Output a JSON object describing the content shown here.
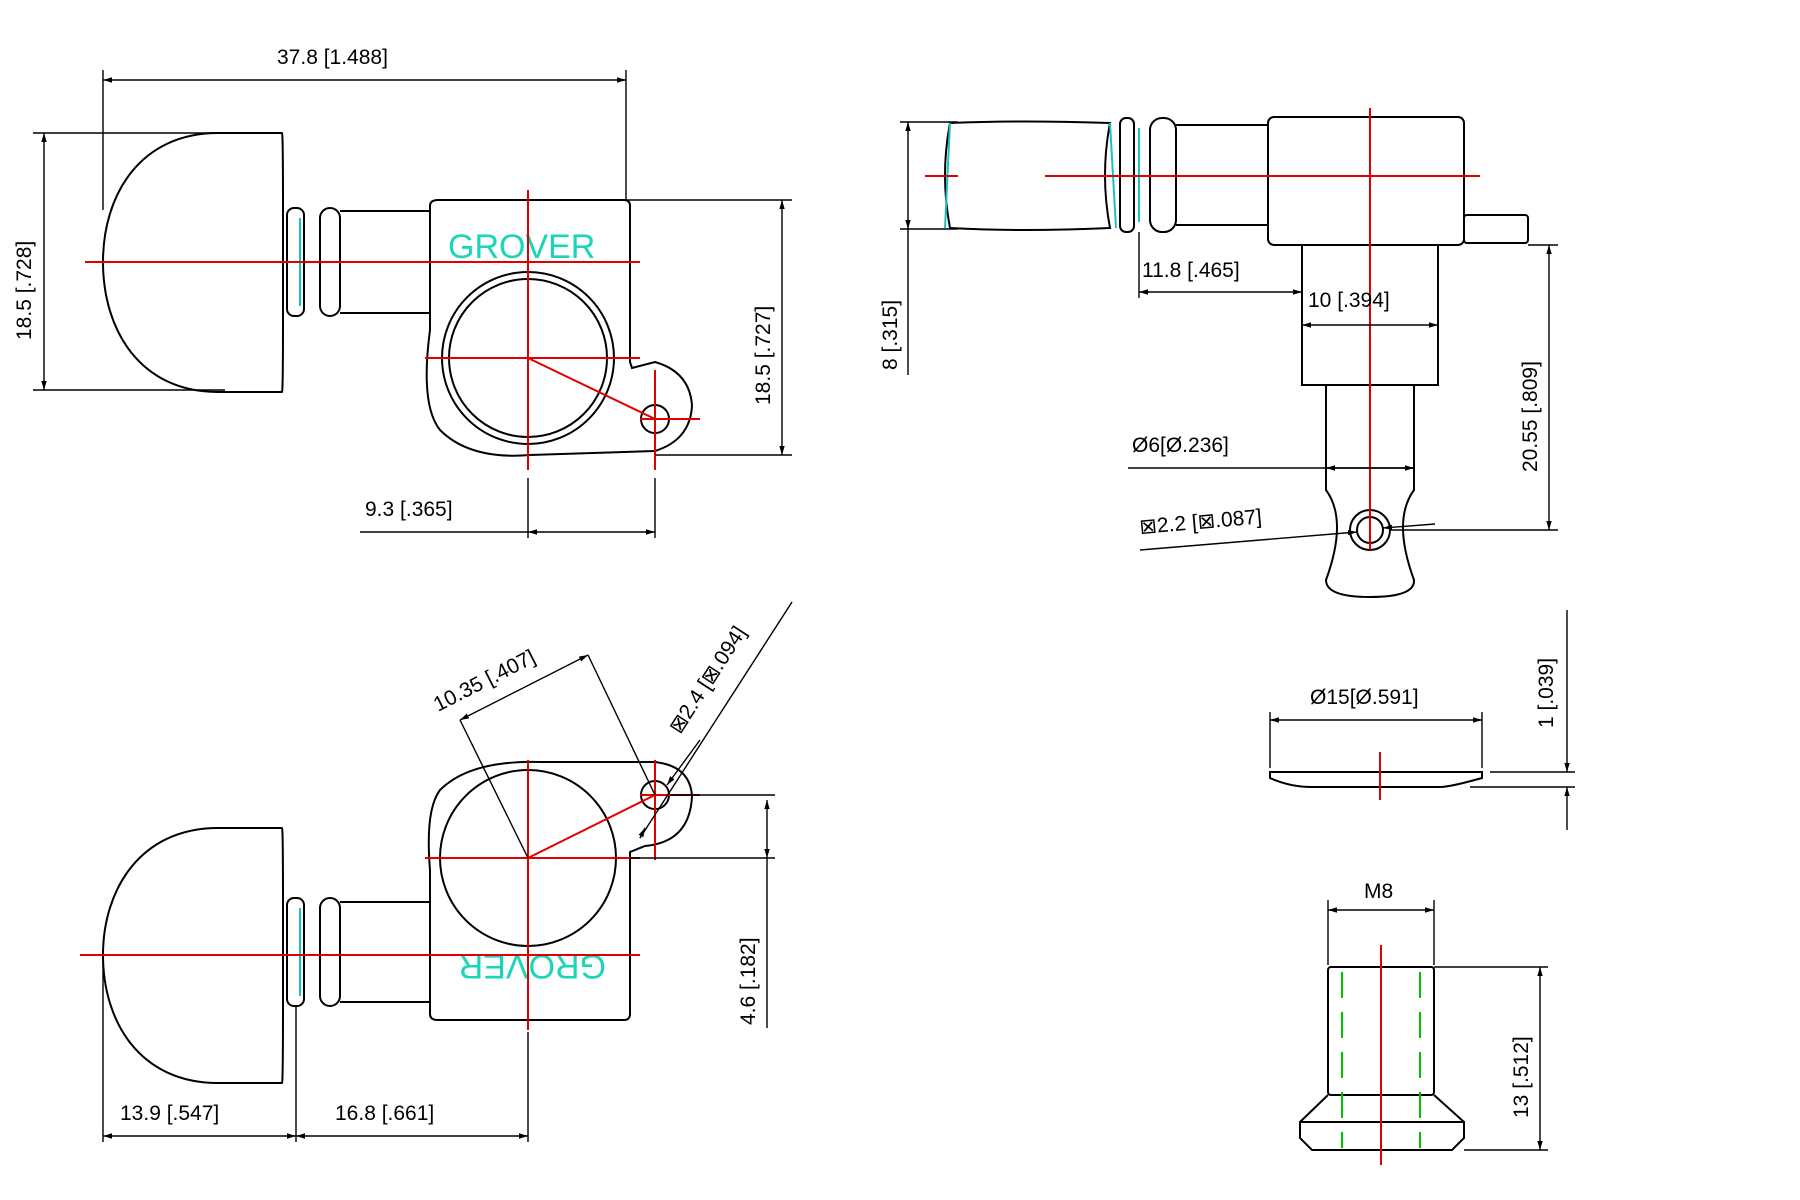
{
  "brand": {
    "text": "GROVER",
    "color": "#19d6b8"
  },
  "colors": {
    "outline": "#000000",
    "centerline": "#e10000",
    "washer": "#19c2c2",
    "thread": "#00c000"
  },
  "dimensions": {
    "overall_length": "37.8 [1.488]",
    "button_height": "18.5 [.728]",
    "housing_height": "18.5 [.727]",
    "hole_offset_x": "9.3 [.365]",
    "hole_offset_diag": "10.35 [.407]",
    "mount_hole_dia": "⊠2.4 [⊠.094]",
    "hole_offset_y": "4.6 [.182]",
    "button_length": "13.9 [.547]",
    "shaft_length": "16.8 [.661]",
    "button_thickness": "8 [.315]",
    "shaft_side": "11.8 [.465]",
    "bushing_width": "10 [.394]",
    "post_height": "20.55 [.809]",
    "post_dia": "Ø6[Ø.236]",
    "string_hole_dia": "⊠2.2 [⊠.087]",
    "washer_dia": "Ø15[Ø.591]",
    "washer_thickness": "1 [.039]",
    "thread_size": "M8",
    "bushing_height": "13 [.512]"
  }
}
